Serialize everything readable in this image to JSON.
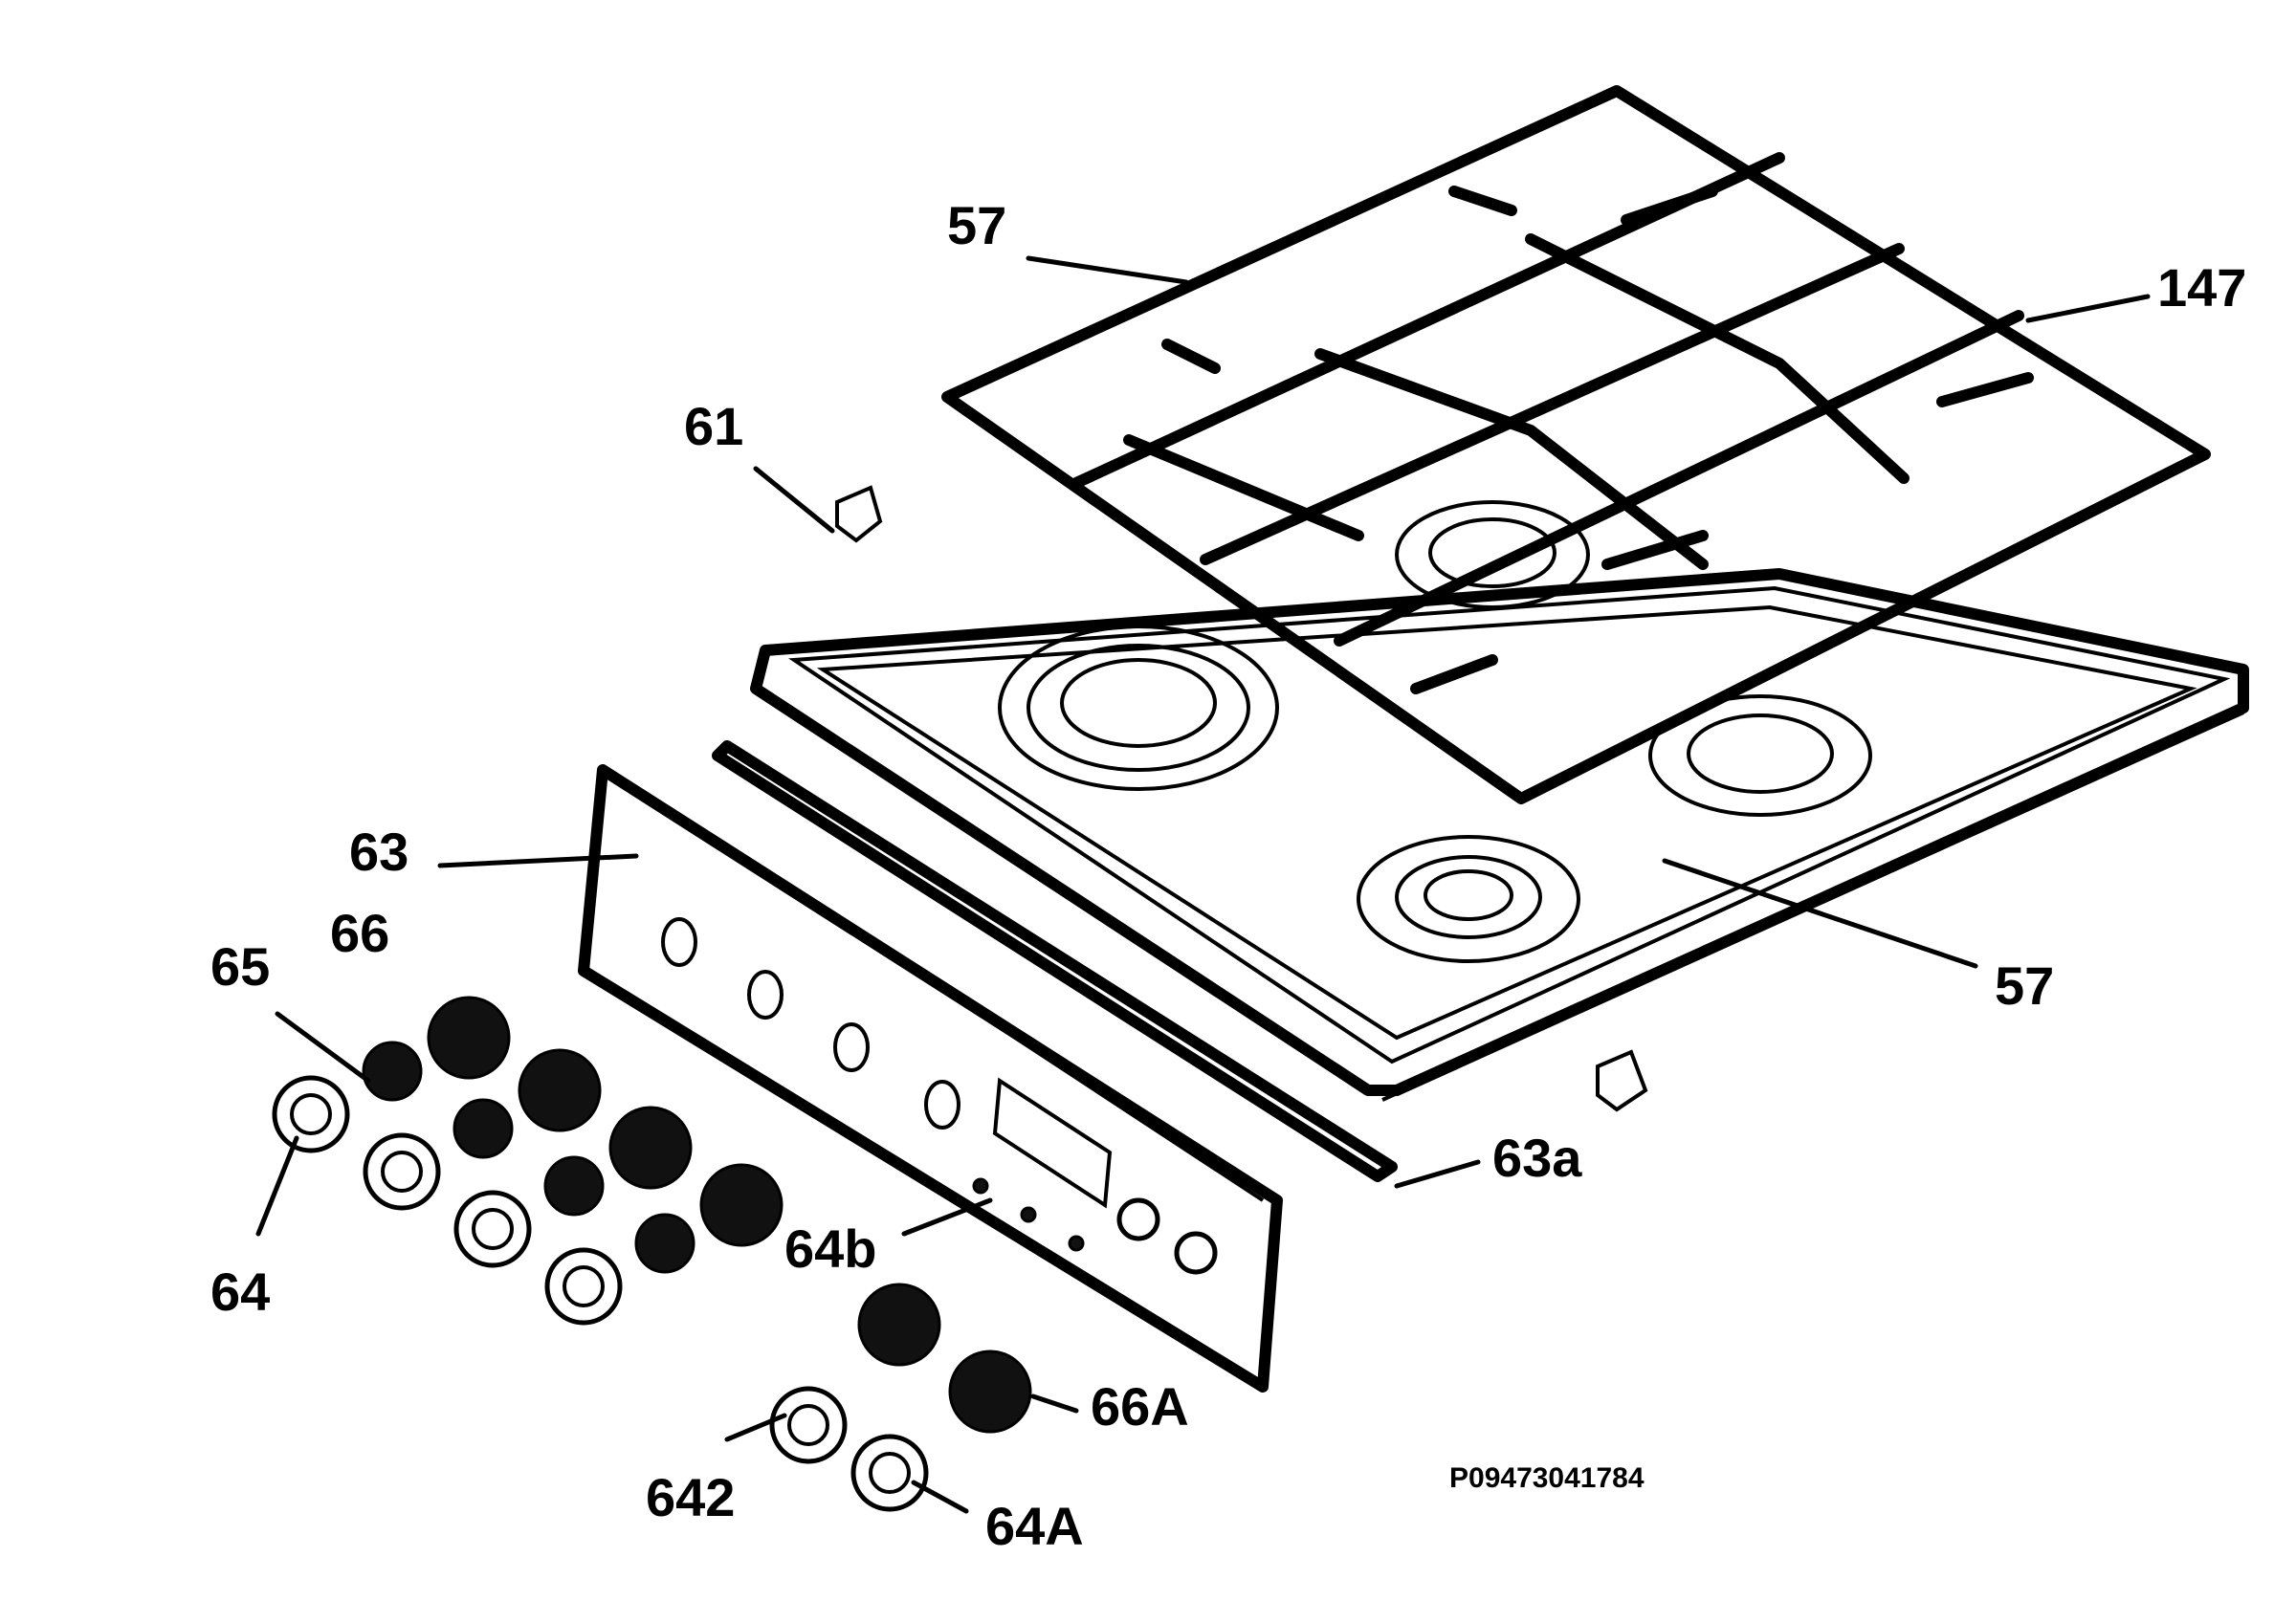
{
  "diagram": {
    "drawing_code": "P09473041784",
    "callouts": {
      "grid_57": "57",
      "grid_147": "147",
      "clip_61": "61",
      "panel_63": "63",
      "hob_57": "57",
      "knob_66": "66",
      "knob_65": "65",
      "ring_64": "64",
      "strip_63a": "63a",
      "bezel_64b": "64b",
      "knob_66A": "66A",
      "ring_642": "642",
      "ring_64A": "64A"
    }
  }
}
